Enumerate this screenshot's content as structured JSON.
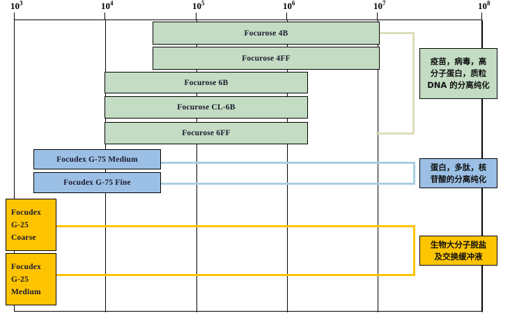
{
  "chart_data": {
    "type": "bar",
    "orientation": "horizontal",
    "title": "",
    "xlabel": "",
    "ylabel": "",
    "xscale": "log",
    "xlim": [
      1000,
      100000000
    ],
    "grid": true,
    "legend": "none",
    "axis_ticks": [
      {
        "label": "10",
        "exponent": "3",
        "value": 1000
      },
      {
        "label": "10",
        "exponent": "4",
        "value": 10000
      },
      {
        "label": "10",
        "exponent": "5",
        "value": 100000
      },
      {
        "label": "10",
        "exponent": "6",
        "value": 1000000
      },
      {
        "label": "10",
        "exponent": "7",
        "value": 10000000
      },
      {
        "label": "10",
        "exponent": "8",
        "value": 100000000
      }
    ],
    "categories": [
      "Focurose 4B",
      "Focurose 4FF",
      "Focurose 6B",
      "Focurose CL-6B",
      "Focurose 6FF",
      "Focudex G-75 Medium",
      "Focudex G-75 Fine",
      "Focudex G-25 Coarse",
      "Focudex G-25 Medium"
    ],
    "bars": [
      {
        "label": "Focurose 4B",
        "x_start": 60000,
        "x_end": 20000000,
        "color": "#c3dcc3",
        "group": "agarose"
      },
      {
        "label": "Focurose 4FF",
        "x_start": 60000,
        "x_end": 20000000,
        "color": "#c3dcc3",
        "group": "agarose"
      },
      {
        "label": "Focurose 6B",
        "x_start": 10000,
        "x_end": 4000000,
        "color": "#c3dcc3",
        "group": "agarose"
      },
      {
        "label": "Focurose CL-6B",
        "x_start": 10000,
        "x_end": 4000000,
        "color": "#c3dcc3",
        "group": "agarose"
      },
      {
        "label": "Focurose 6FF",
        "x_start": 10000,
        "x_end": 4000000,
        "color": "#c3dcc3",
        "group": "agarose"
      },
      {
        "label": "Focudex G-75 Medium",
        "x_start": 1300,
        "x_end": 80000,
        "color": "#9cc0e5",
        "group": "dextran-g75"
      },
      {
        "label": "Focudex G-75 Fine",
        "x_start": 1300,
        "x_end": 80000,
        "color": "#9cc0e5",
        "group": "dextran-g75"
      },
      {
        "label": "Focudex G-25 Coarse",
        "x_start": 1000,
        "x_end": 5000,
        "color": "#ffc400",
        "group": "dextran-g25"
      },
      {
        "label": "Focudex G-25 Medium",
        "x_start": 1000,
        "x_end": 5000,
        "color": "#ffc400",
        "group": "dextran-g25"
      }
    ],
    "annotations": [
      {
        "id": "agarose-note",
        "lines": [
          "疫苗，病毒，高",
          "分子蛋白，质粒",
          "DNA 的分离纯化"
        ],
        "color": "#c3dcc3"
      },
      {
        "id": "dextran-g75-note",
        "lines": [
          "蛋白，多肽，核",
          "苷酸的分离纯化"
        ],
        "color": "#9cc0e5"
      },
      {
        "id": "dextran-g25-note",
        "lines": [
          "生物大分子脱盐",
          "及交换缓冲液"
        ],
        "color": "#ffc400"
      }
    ]
  },
  "bars": {
    "b0": "Focurose 4B",
    "b1": "Focurose 4FF",
    "b2": "Focurose 6B",
    "b3": "Focurose CL-6B",
    "b4": "Focurose 6FF",
    "b5": "Focudex G-75 Medium",
    "b6": "Focudex G-75 Fine",
    "b7": {
      "l0": "Focudex",
      "l1": "G-25",
      "l2": "Coarse"
    },
    "b8": {
      "l0": "Focudex",
      "l1": "G-25",
      "l2": "Medium"
    }
  },
  "axis": {
    "t0": {
      "base": "10",
      "exp": "3"
    },
    "t1": {
      "base": "10",
      "exp": "4"
    },
    "t2": {
      "base": "10",
      "exp": "5"
    },
    "t3": {
      "base": "10",
      "exp": "6"
    },
    "t4": {
      "base": "10",
      "exp": "7"
    },
    "t5": {
      "base": "10",
      "exp": "8"
    }
  },
  "callouts": {
    "green": {
      "l0": "疫苗，病毒，高",
      "l1": "分子蛋白，质粒",
      "l2": "DNA 的分离纯化"
    },
    "blue": {
      "l0": "蛋白，多肽，核",
      "l1": "苷酸的分离纯化"
    },
    "orange": {
      "l0": "生物大分子脱盐",
      "l1": "及交换缓冲液"
    }
  },
  "colors": {
    "agarose_fill": "#c3dcc3",
    "dextran_g75_fill": "#9cc0e5",
    "dextran_g25_fill": "#ffc400",
    "agarose_bracket": "#ddddbb",
    "dextran_g75_bracket": "#a8cfe0",
    "dextran_g25_bracket": "#ffc400",
    "frame": "#000000",
    "background": "#ffffff"
  }
}
